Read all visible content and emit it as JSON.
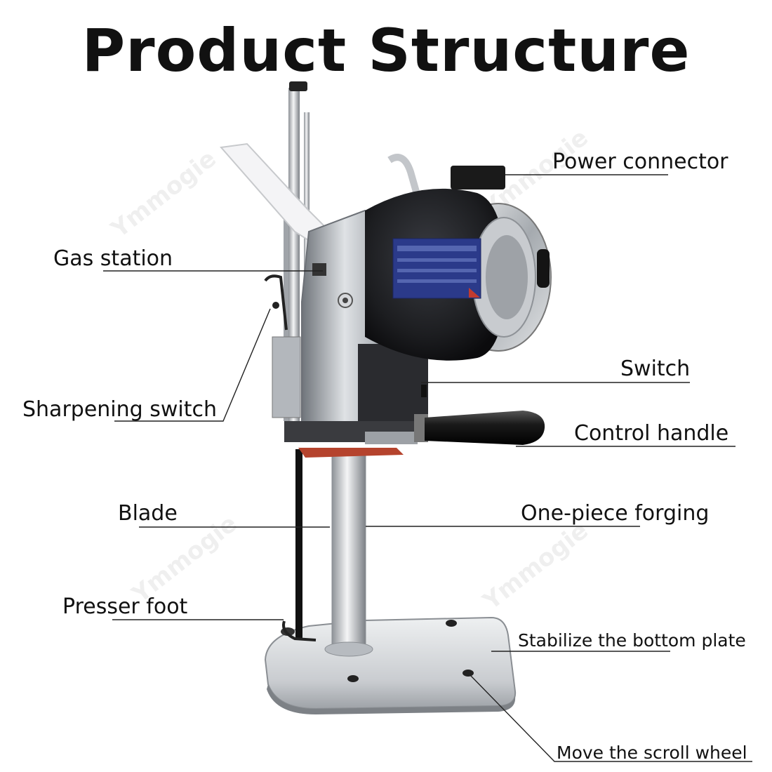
{
  "title": "Product Structure",
  "watermark": "Ymmogie",
  "labels": {
    "power_connector": "Power connector",
    "gas_station": "Gas station",
    "switch": "Switch",
    "sharpening_switch": "Sharpening switch",
    "control_handle": "Control handle",
    "blade": "Blade",
    "one_piece_forging": "One-piece forging",
    "presser_foot": "Presser foot",
    "stabilize_bottom_plate": "Stabilize the bottom plate",
    "move_scroll_wheel": "Move the scroll wheel"
  },
  "colors": {
    "text": "#111111",
    "line": "#222222",
    "metal_light": "#e6e8ea",
    "metal_mid": "#a9adb2",
    "metal_dark": "#4a4e54",
    "motor_black": "#1c1d20",
    "plate_blue": "#2b3a8a",
    "accent_red": "#b5432d",
    "handle_black": "#151515"
  }
}
